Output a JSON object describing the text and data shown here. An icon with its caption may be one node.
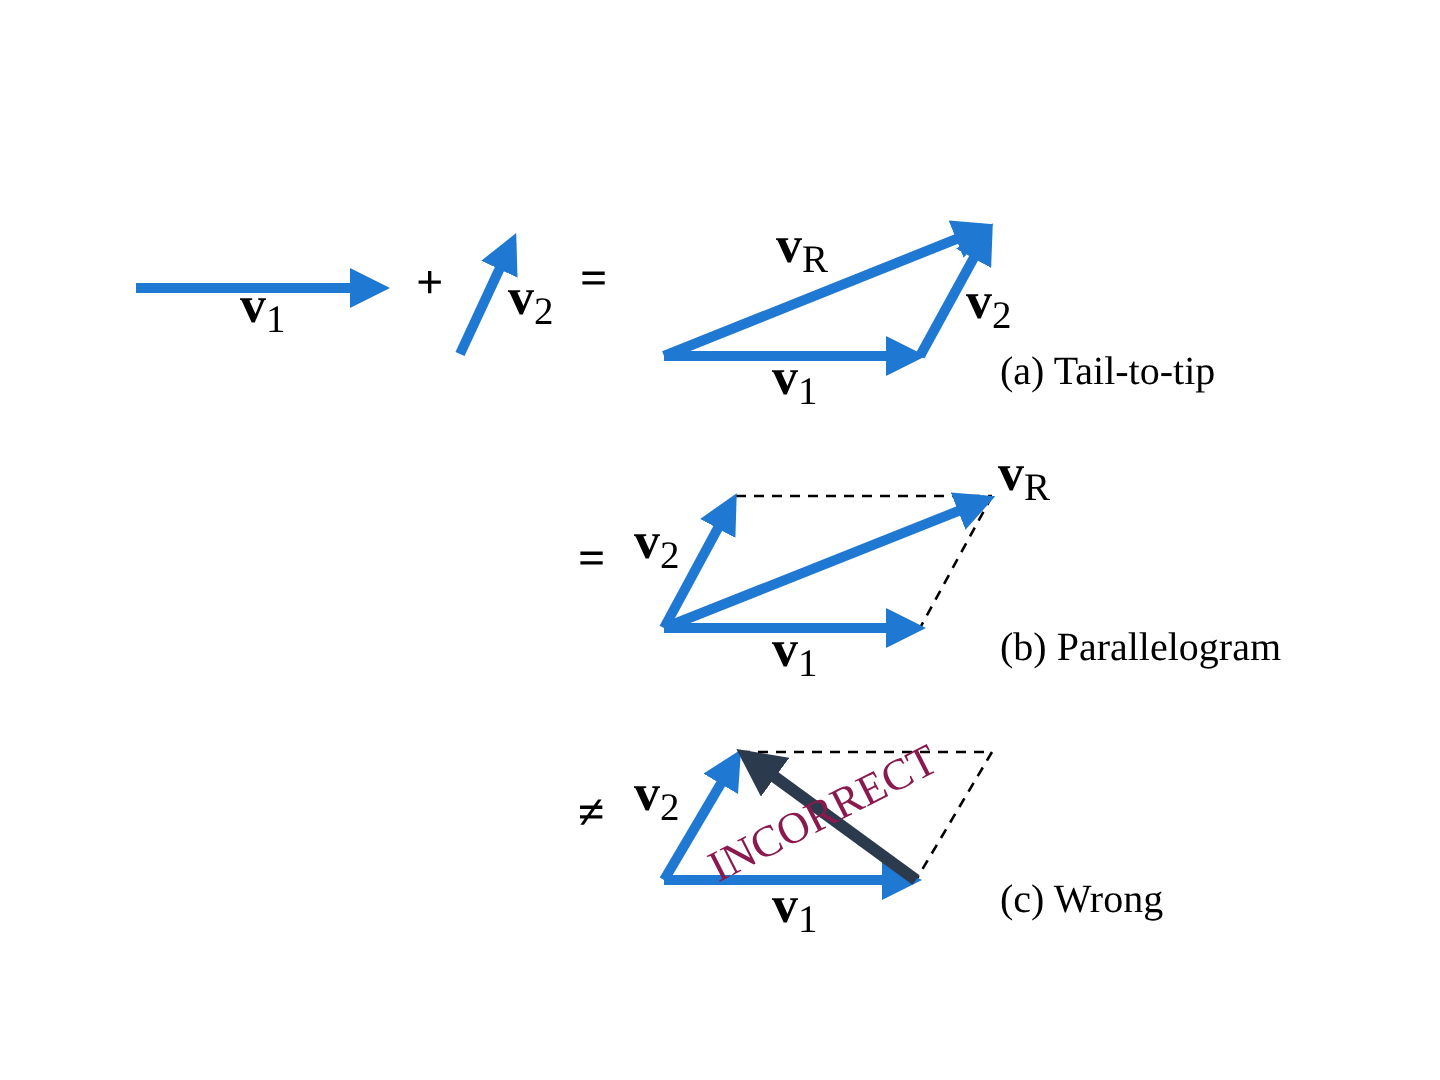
{
  "diagram": {
    "labels": [
      "**v**$_{1}$",
      "+",
      "**v**$_{2}$",
      "=",
      "**v**$_{R}$",
      "**v**$_{2}$",
      "**v**$_{1}$",
      "(a) Tail-to-tip",
      "**v**$_{R}$",
      "=",
      "**v**$_{2}$",
      "**v**$_{1}$",
      "(b) Parallelogram",
      "≠",
      "**v**$_{2}$",
      "INCORRECT",
      "**v**$_{1}$",
      "(c) Wrong"
    ]
  }
}
